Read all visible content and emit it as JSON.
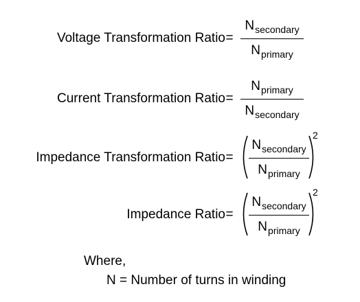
{
  "formulas": [
    {
      "lhs": "Voltage Transformation Ratio",
      "eq": "=",
      "num_sym": "N",
      "num_sub": "secondary",
      "den_sym": "N",
      "den_sub": "primary"
    },
    {
      "lhs": "Current Transformation Ratio",
      "eq": "=",
      "num_sym": "N",
      "num_sub": "primary",
      "den_sym": "N",
      "den_sub": "secondary"
    },
    {
      "lhs": "Impedance Transformation Ratio",
      "eq": "=",
      "num_sym": "N",
      "num_sub": "secondary",
      "den_sym": "N",
      "den_sub": "primary",
      "exponent": "2"
    },
    {
      "lhs": "Impedance Ratio",
      "eq": "=",
      "num_sym": "N",
      "num_sub": "secondary",
      "den_sym": "N",
      "den_sub": "primary",
      "exponent": "2"
    }
  ],
  "where_label": "Where,",
  "definition": "N = Number of turns in winding"
}
